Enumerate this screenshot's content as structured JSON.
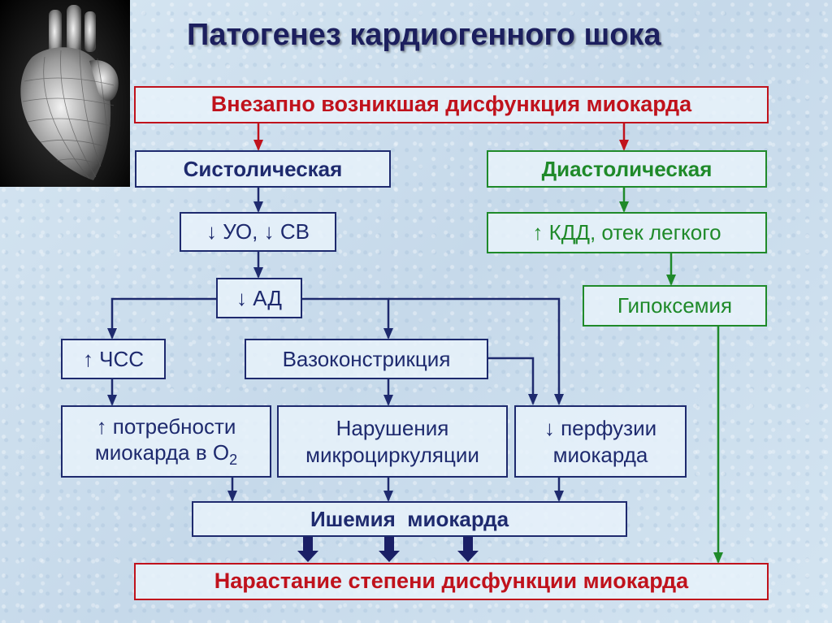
{
  "title": "Патогенез кардиогенного шока",
  "nodes": {
    "sudden": "Внезапно возникшая дисфункция миокарда",
    "systolic": "Систолическая",
    "diastolic": "Диастолическая",
    "uo_sv": "↓ УО, ↓ СВ",
    "kdd": "↑ КДД, отек легкого",
    "ad": "↓ АД",
    "hypoxemia": "Гипоксемия",
    "chss": "↑ ЧСС",
    "vasoconstriction": "Вазоконстрикция",
    "demand_line1": "↑ потребности",
    "demand_line2": "миокарда в О",
    "demand_sub": "2",
    "micro_line1": "Нарушения",
    "micro_line2": "микроциркуляции",
    "perf_line1": "↓ перфузии",
    "perf_line2": "миокарда",
    "ischemia": "Ишемия  миокарда",
    "progression": "Нарастание степени дисфункции миокарда"
  },
  "colors": {
    "navy": "#1e2a6e",
    "red": "#c0121c",
    "green": "#1f8a2a",
    "title": "#1c1f5e"
  },
  "icons": [
    "heart-wireframe-image"
  ]
}
